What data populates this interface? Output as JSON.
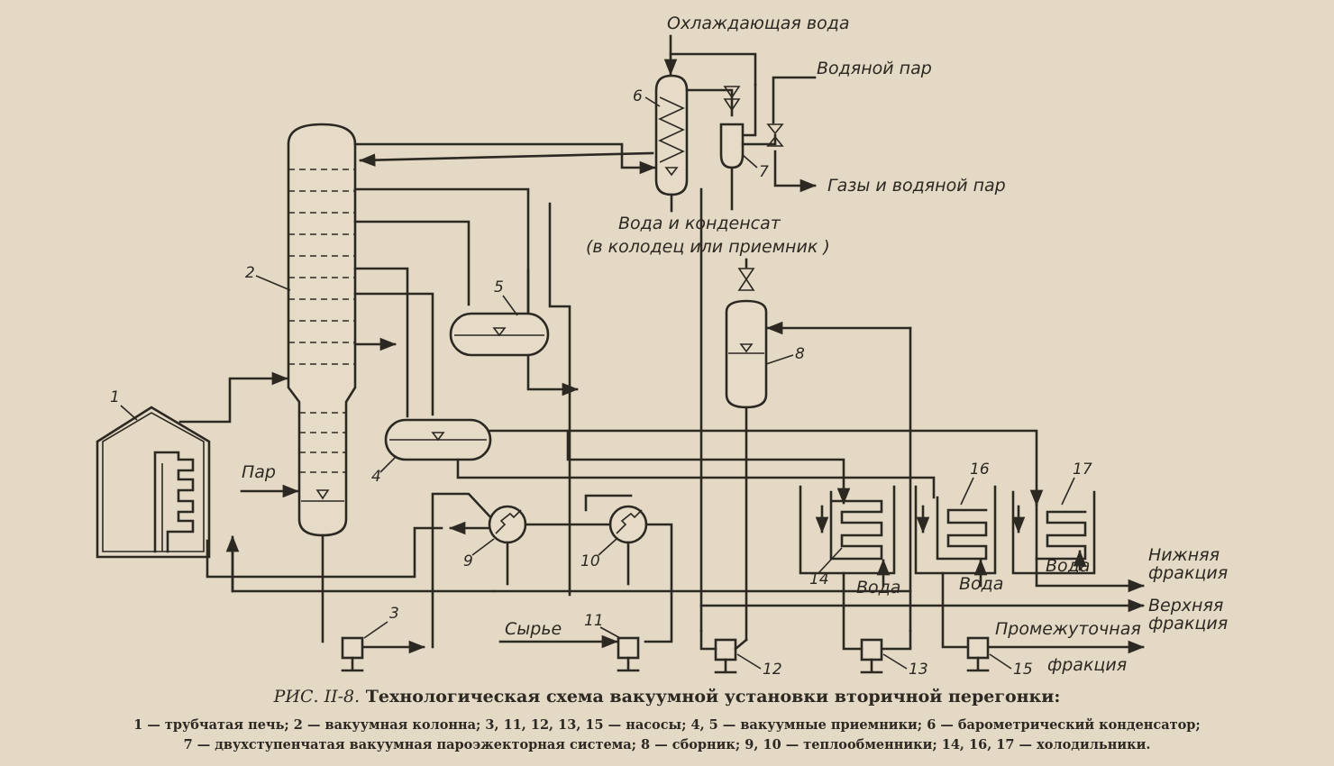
{
  "labels": {
    "cooling_water": "Охлаждающая вода",
    "steam": "Водяной пар",
    "gases_steam": "Газы и водяной пар",
    "water_condensate": "Вода и конденсат",
    "to_well": "(в колодец или приемник )",
    "par": "Пар",
    "raw": "Сырье",
    "water": "Вода",
    "bottom_fraction": [
      "Нижняя",
      "фракция"
    ],
    "top_fraction": [
      "Верхняя",
      "фракция"
    ],
    "middle_fraction": [
      "Промежуточная",
      "фракция"
    ]
  },
  "numbers": [
    "1",
    "2",
    "3",
    "4",
    "5",
    "6",
    "7",
    "8",
    "9",
    "10",
    "11",
    "12",
    "13",
    "14",
    "15",
    "16",
    "17"
  ],
  "caption": {
    "fig": "РИС. II-8.",
    "title": "Технологическая схема вакуумной установки вторичной перегонки:",
    "legend_line1": "1 — трубчатая печь; 2 — вакуумная колонна; 3, 11, 12, 13, 15 — насосы; 4, 5 — вакуумные приемники; 6 — барометрический конденсатор;",
    "legend_line2": "7 — двухступенчатая вакуумная пароэжекторная система; 8 — сборник; 9, 10 — теплообменники; 14, 16, 17 — холодильники."
  }
}
